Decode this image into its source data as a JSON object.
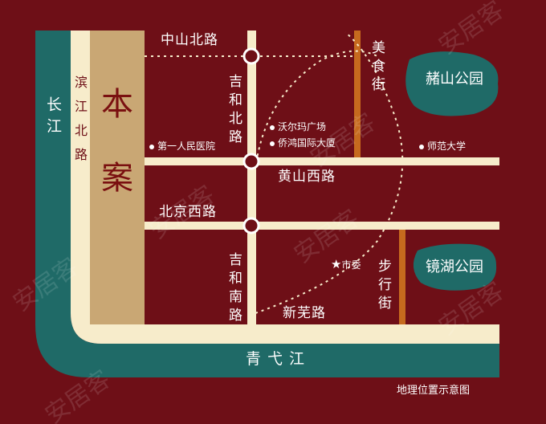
{
  "site": {
    "label": "本案"
  },
  "rivers": {
    "changjiang": "长江",
    "qingyijiang": "青弋江"
  },
  "roads": {
    "zhongshan_north": "中山北路",
    "jihe_north": "吉和北路",
    "huangshan_west": "黄山西路",
    "beijing_west": "北京西路",
    "jihe_south": "吉和南路",
    "xinwu": "新芜路",
    "binjiang_north": "滨江北路",
    "meishi": "美食街",
    "buxing": "步行街"
  },
  "pois": {
    "walmart": "沃尔玛广场",
    "qiaohong": "侨鸿国际大厦",
    "hospital": "第一人民医院",
    "normal_univ": "师范大学",
    "city_committee": "市委"
  },
  "parks": {
    "zheshan": "赭山公园",
    "jinghu": "镜湖公园"
  },
  "caption": "地理位置示意图",
  "watermark": "安居客",
  "colors": {
    "background": "#6e0f17",
    "river": "#1f6a67",
    "road": "#f7eccb",
    "site_block": "#c9a774",
    "pedestrian_street": "#c66a1e",
    "circle": "#ffffff"
  }
}
